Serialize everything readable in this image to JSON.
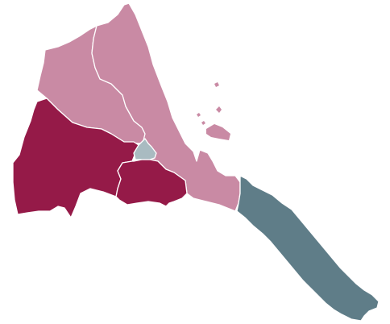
{
  "map": {
    "colors": {
      "background": "#ffffff",
      "boundary": "#ffffff",
      "dark_crimson": "#951a48",
      "light_rose": "#c98aa4",
      "slate_blue": "#5f7d88",
      "light_gray_blue": "#a9bbc1"
    },
    "regions": [
      {
        "id": "region-northwest",
        "fill_key": "light_rose"
      },
      {
        "id": "region-north-red-sea",
        "fill_key": "light_rose"
      },
      {
        "id": "region-west",
        "fill_key": "dark_crimson"
      },
      {
        "id": "region-south-central",
        "fill_key": "dark_crimson"
      },
      {
        "id": "region-central-small",
        "fill_key": "light_gray_blue"
      },
      {
        "id": "region-south-red-sea",
        "fill_key": "slate_blue"
      }
    ]
  }
}
